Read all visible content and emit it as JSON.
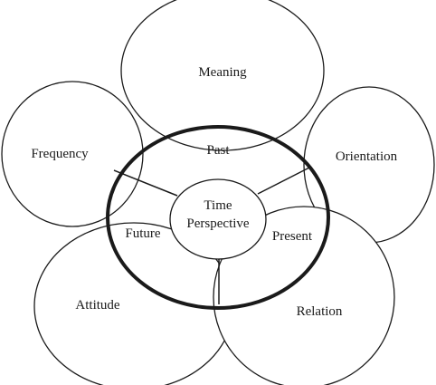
{
  "petals": {
    "meaning": "Meaning",
    "frequency": "Frequency",
    "orientation": "Orientation",
    "attitude": "Attitude",
    "relation": "Relation"
  },
  "segments": {
    "past": "Past",
    "future": "Future",
    "present": "Present"
  },
  "center": {
    "line1": "Time",
    "line2": "Perspective"
  }
}
